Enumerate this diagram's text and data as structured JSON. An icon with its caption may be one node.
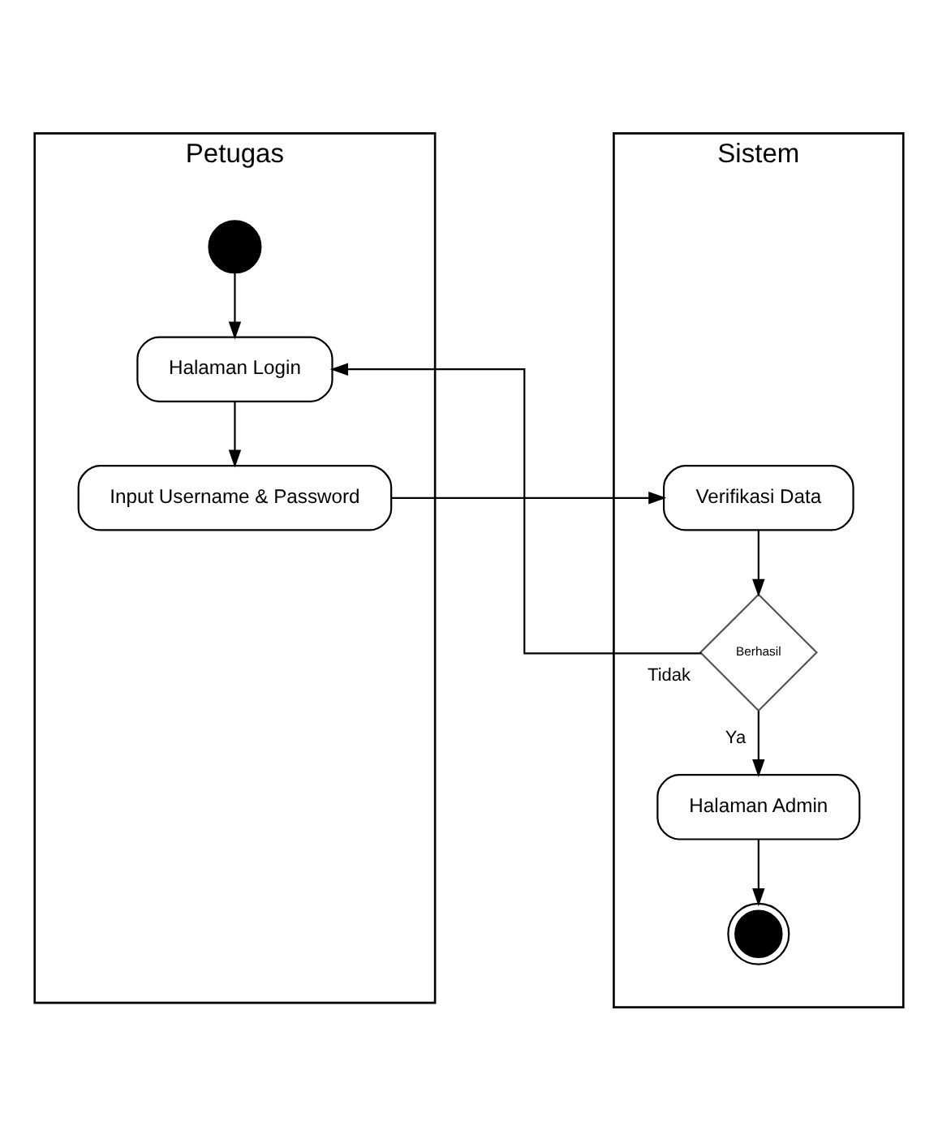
{
  "diagram": {
    "nodes": [
      {
        "text": [
          "Petugas"
        ]
      },
      {
        "text": [
          "Sistem"
        ]
      },
      {
        "text": [],
        "shape": "circle",
        "in": 0
      },
      {
        "text": [
          "Halaman Login"
        ],
        "in": 0
      },
      {
        "text": [
          "Input Username & Password"
        ],
        "in": 0
      },
      {
        "text": [
          "Verifikasi Data"
        ],
        "in": 1
      },
      {
        "text": [
          "Berhasil"
        ],
        "in": 1
      },
      {
        "text": [
          "Halaman Admin"
        ],
        "in": 1
      },
      {
        "text": [],
        "shape": "circle",
        "in": 1
      }
    ],
    "edges": [
      {
        "from": 2,
        "to": 3,
        "arrow": "to"
      },
      {
        "from": 3,
        "to": 4,
        "arrow": "to"
      },
      {
        "from": 4,
        "to": 5,
        "arrow": "to"
      },
      {
        "from": 5,
        "to": 6,
        "arrow": "to"
      },
      {
        "from": 6,
        "to": 3,
        "arrow": "to",
        "label": "Tidak"
      },
      {
        "from": 6,
        "to": 7,
        "arrow": "to",
        "label": "Ya"
      },
      {
        "from": 7,
        "to": 8,
        "arrow": "to"
      }
    ]
  }
}
